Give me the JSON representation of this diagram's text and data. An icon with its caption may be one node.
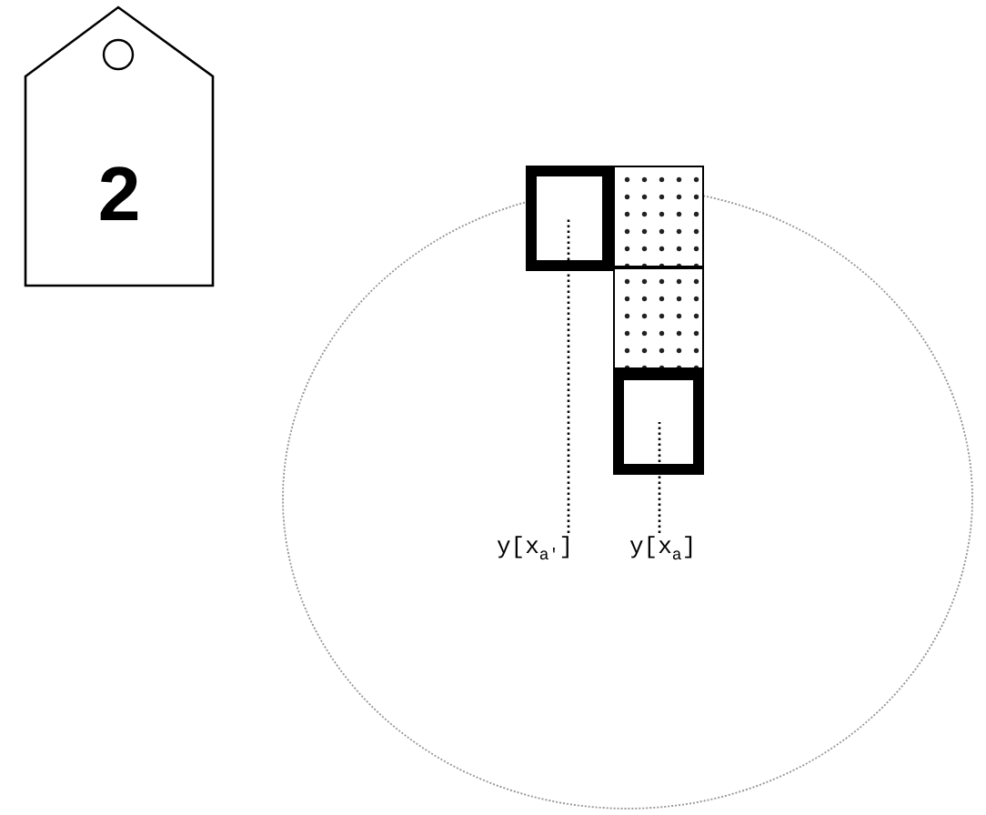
{
  "diagram": {
    "nodes": [
      {
        "text": [
          "2"
        ]
      },
      {
        "text": [],
        "shape": "circle"
      },
      {
        "text": [],
        "shape": "box",
        "in": 1
      },
      {
        "text": [],
        "shape": "box",
        "in": 1
      },
      {
        "text": [],
        "shape": "box",
        "in": 1
      },
      {
        "text": [],
        "shape": "box",
        "in": 1
      },
      {
        "text": [
          "y[x$_{a'}$]"
        ],
        "in": 1
      },
      {
        "text": [
          "y[x$_{a}$]"
        ],
        "in": 1
      }
    ],
    "edges": [
      {
        "from": 6,
        "to": 2,
        "arrow": "none",
        "style": "dashed"
      },
      {
        "from": 7,
        "to": 5,
        "arrow": "none",
        "style": "dashed"
      }
    ]
  }
}
